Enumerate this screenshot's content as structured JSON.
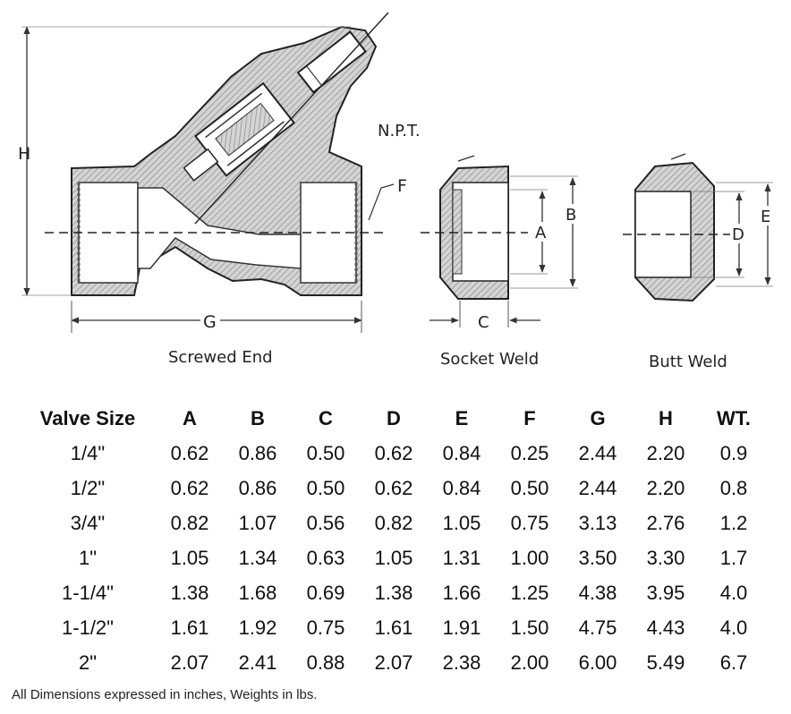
{
  "drawing": {
    "labels": {
      "H": "H",
      "G": "G",
      "F": "F",
      "NPT": "N.P.T.",
      "A": "A",
      "B": "B",
      "C": "C",
      "D": "D",
      "E": "E"
    },
    "captions": {
      "screwed_end": "Screwed End",
      "socket_weld": "Socket Weld",
      "butt_weld": "Butt Weld"
    }
  },
  "table": {
    "headers": [
      "Valve Size",
      "A",
      "B",
      "C",
      "D",
      "E",
      "F",
      "G",
      "H",
      "WT."
    ],
    "rows": [
      [
        "1/4\"",
        "0.62",
        "0.86",
        "0.50",
        "0.62",
        "0.84",
        "0.25",
        "2.44",
        "2.20",
        "0.9"
      ],
      [
        "1/2\"",
        "0.62",
        "0.86",
        "0.50",
        "0.62",
        "0.84",
        "0.50",
        "2.44",
        "2.20",
        "0.8"
      ],
      [
        "3/4\"",
        "0.82",
        "1.07",
        "0.56",
        "0.82",
        "1.05",
        "0.75",
        "3.13",
        "2.76",
        "1.2"
      ],
      [
        "1\"",
        "1.05",
        "1.34",
        "0.63",
        "1.05",
        "1.31",
        "1.00",
        "3.50",
        "3.30",
        "1.7"
      ],
      [
        "1-1/4\"",
        "1.38",
        "1.68",
        "0.69",
        "1.38",
        "1.66",
        "1.25",
        "4.38",
        "3.95",
        "4.0"
      ],
      [
        "1-1/2\"",
        "1.61",
        "1.92",
        "0.75",
        "1.61",
        "1.91",
        "1.50",
        "4.75",
        "4.43",
        "4.0"
      ],
      [
        "2\"",
        "2.07",
        "2.41",
        "0.88",
        "2.07",
        "2.38",
        "2.00",
        "6.00",
        "5.49",
        "6.7"
      ]
    ]
  },
  "footnote": "All Dimensions expressed in inches, Weights in lbs."
}
